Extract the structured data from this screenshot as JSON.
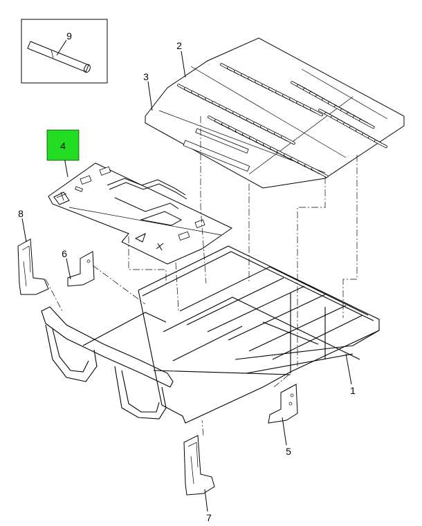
{
  "callouts": [
    {
      "id": "1",
      "label": "1"
    },
    {
      "id": "2",
      "label": "2"
    },
    {
      "id": "3",
      "label": "3"
    },
    {
      "id": "4",
      "label": "4",
      "highlight": "#22dd22"
    },
    {
      "id": "5",
      "label": "5"
    },
    {
      "id": "6",
      "label": "6"
    },
    {
      "id": "7",
      "label": "7"
    },
    {
      "id": "8",
      "label": "8"
    },
    {
      "id": "9",
      "label": "9"
    }
  ],
  "colors": {
    "highlight": "#22dd22",
    "line": "#000000",
    "background": "#ffffff"
  }
}
